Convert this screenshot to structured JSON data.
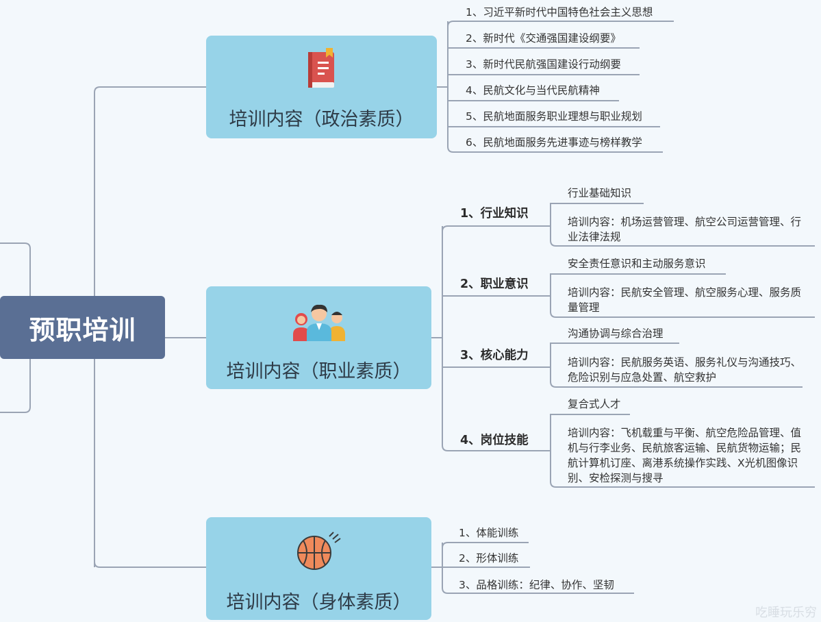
{
  "root": {
    "label": "预职培训"
  },
  "topics": [
    {
      "label": "培训内容（政治素质）",
      "icon": "book-icon",
      "items": [
        "1、习近平新时代中国特色社会主义思想",
        "2、新时代《交通强国建设纲要》",
        "3、新时代民航强国建设行动纲要",
        "4、民航文化与当代民航精神",
        "5、民航地面服务职业理想与职业规划",
        "6、民航地面服务先进事迹与榜样教学"
      ]
    },
    {
      "label": "培训内容（职业素质）",
      "icon": "people-icon",
      "groups": [
        {
          "label": "1、行业知识",
          "title": "行业基础知识",
          "content": "培训内容：机场运营管理、航空公司运营管理、行业法律法规"
        },
        {
          "label": "2、职业意识",
          "title": "安全责任意识和主动服务意识",
          "content": "培训内容：民航安全管理、航空服务心理、服务质量管理"
        },
        {
          "label": "3、核心能力",
          "title": "沟通协调与综合治理",
          "content": "培训内容：民航服务英语、服务礼仪与沟通技巧、危险识别与应急处置、航空救护"
        },
        {
          "label": "4、岗位技能",
          "title": "复合式人才",
          "content": "培训内容：飞机载重与平衡、航空危险品管理、值机与行李业务、民航旅客运输、民航货物运输；民航计算机订座、离港系统操作实践、X光机图像识别、安检探测与搜寻"
        }
      ]
    },
    {
      "label": "培训内容（身体素质）",
      "icon": "basketball-icon",
      "items": [
        "1、体能训练",
        "2、形体训练",
        "3、品格训练：纪律、协作、坚韧"
      ]
    }
  ],
  "watermark": "吃睡玩乐穷",
  "colors": {
    "root_bg": "#5a6f94",
    "topic_bg": "#97d3e8",
    "line": "#9aa4b4",
    "background": "#f3f8fc"
  }
}
